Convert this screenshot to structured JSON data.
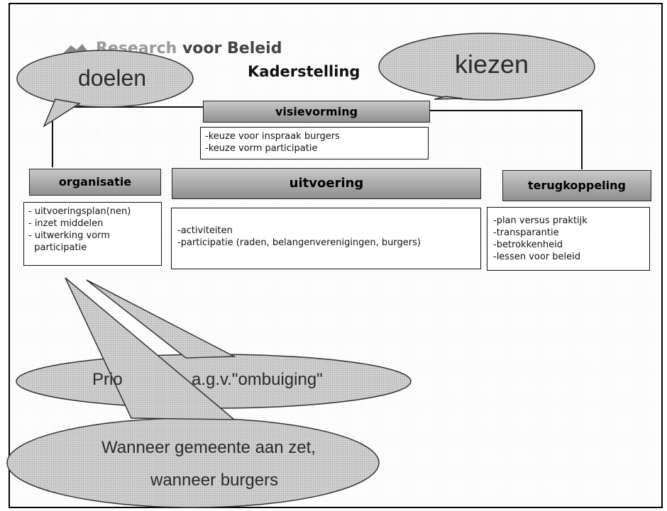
{
  "header": {
    "brand_faded": "Research",
    "brand_rest": "voor Beleid",
    "title": "Kaderstelling"
  },
  "diagram": {
    "visievorming": {
      "label": "visievorming",
      "items": [
        "-keuze voor inspraak burgers",
        "-keuze vorm participatie"
      ]
    },
    "organisatie": {
      "label": "organisatie",
      "items": [
        "- uitvoeringsplan(nen)",
        "- inzet middelen",
        "- uitwerking vorm",
        "  participatie"
      ]
    },
    "uitvoering": {
      "label": "uitvoering",
      "items": [
        "-activiteiten",
        "-participatie (raden, belangenverenigingen, burgers)"
      ]
    },
    "terugkoppeling": {
      "label": "terugkoppeling",
      "items": [
        "-plan versus praktijk",
        "-transparantie",
        "-betrokkenheid",
        "-lessen voor beleid"
      ]
    }
  },
  "callouts": {
    "doelen": "doelen",
    "kiezen": "kiezen",
    "prio_left": "Prio",
    "prio_right": "a.g.v.\"ombuiging\"",
    "wanneer_line1": "Wanneer gemeente aan zet,",
    "wanneer_line2": "wanneer burgers"
  },
  "colors": {
    "header_fill": "#a9a9a9",
    "bubble_fill": "#c8c8c8",
    "line": "#111111"
  }
}
